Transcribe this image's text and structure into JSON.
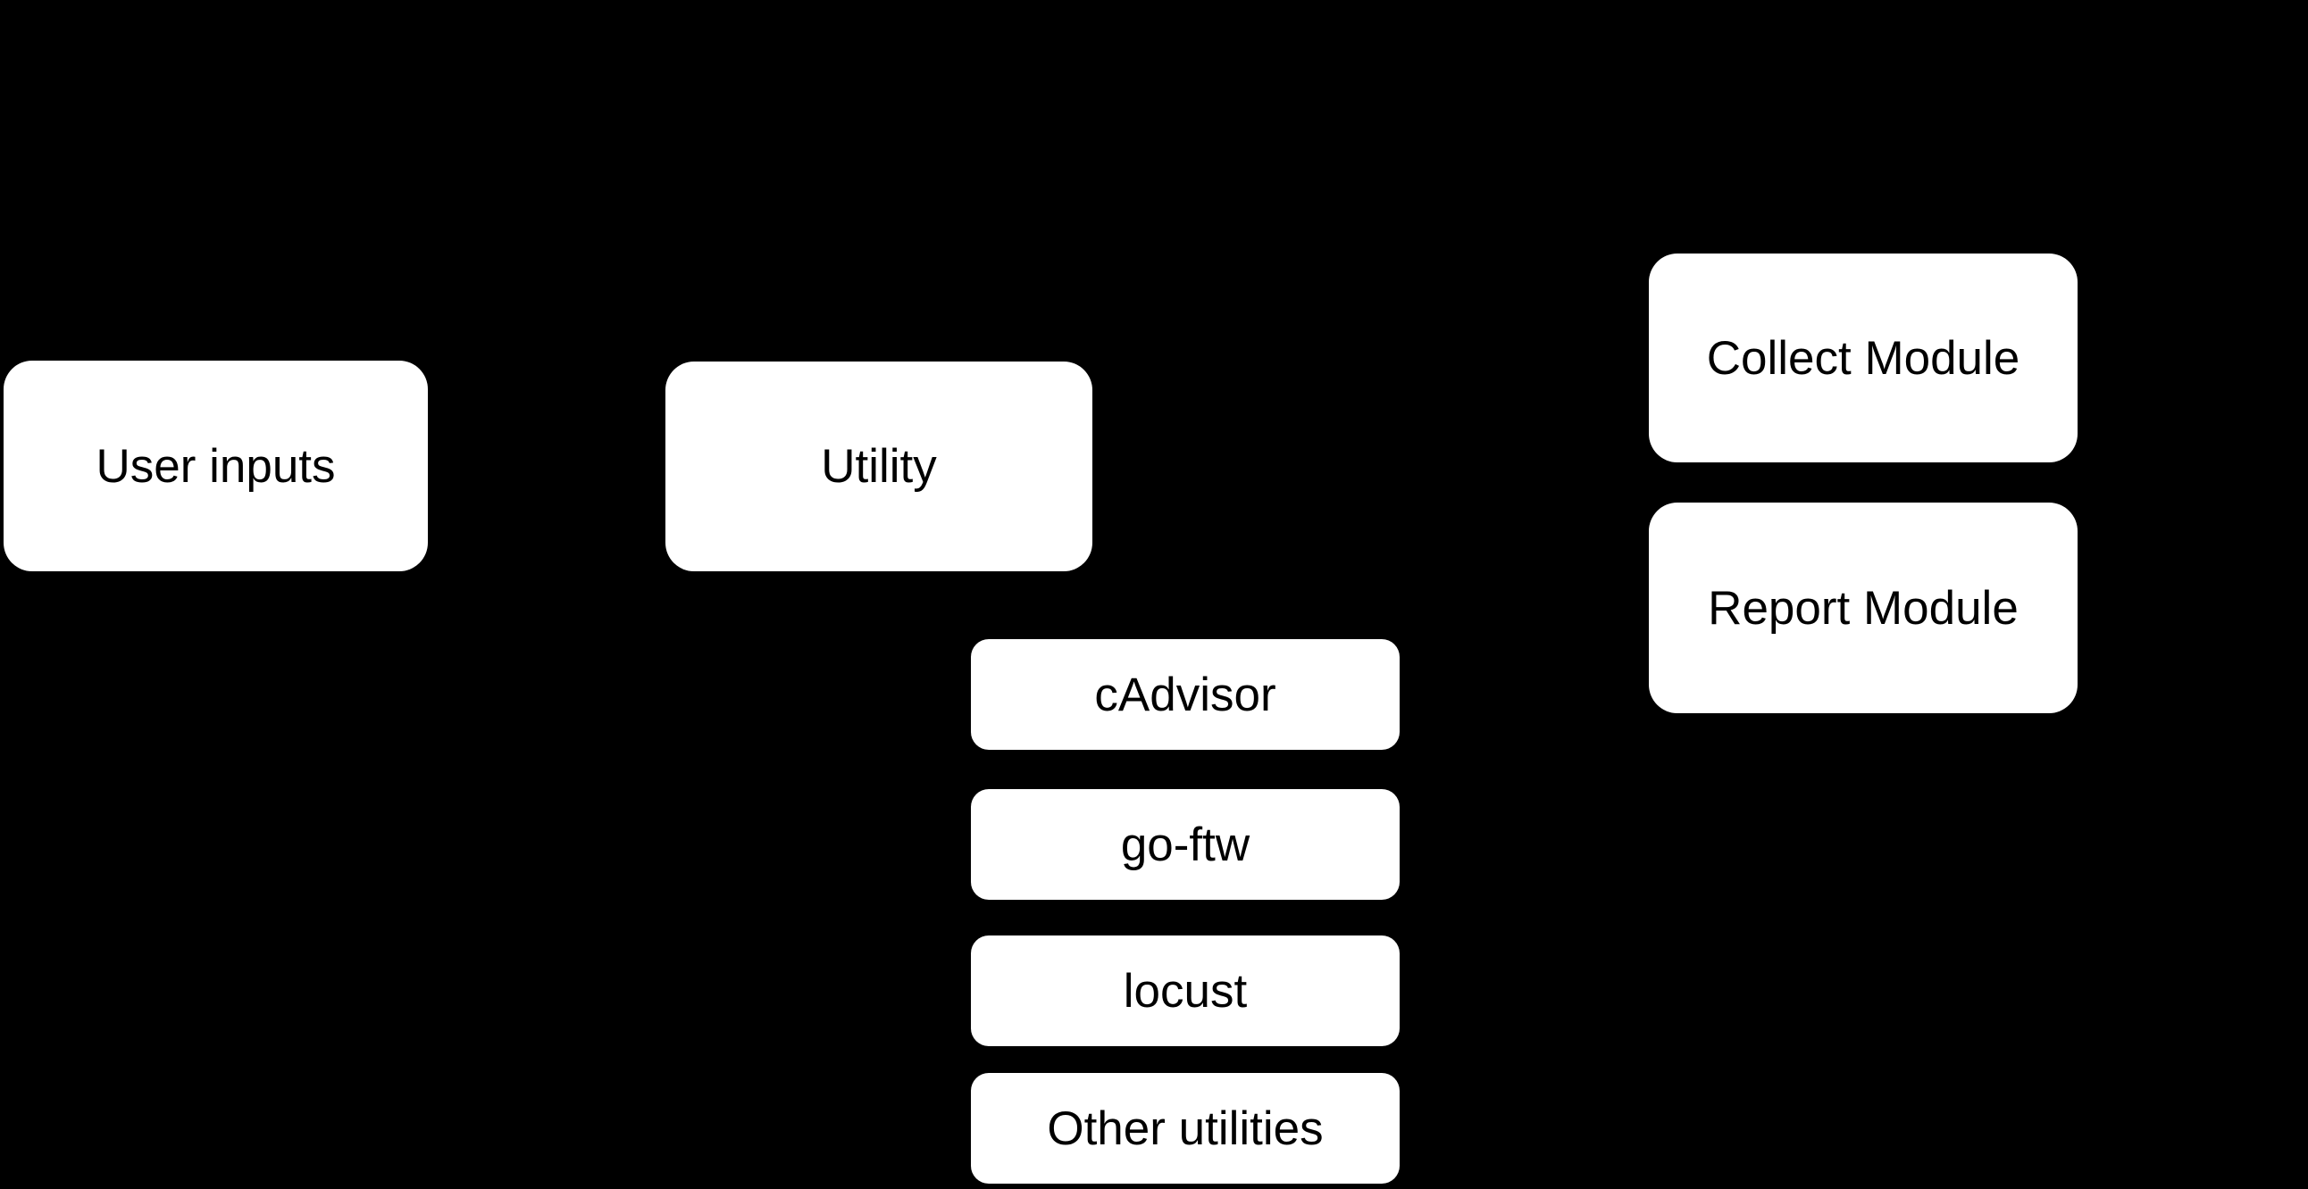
{
  "colors": {
    "background": "#000000",
    "node_fill": "#ffffff",
    "node_text": "#000000"
  },
  "diagram": {
    "nodes": {
      "user_inputs": {
        "label": "User inputs"
      },
      "utility": {
        "label": "Utility"
      },
      "collect_module": {
        "label": "Collect Module"
      },
      "report_module": {
        "label": "Report Module"
      },
      "cadvisor": {
        "label": "cAdvisor"
      },
      "go_ftw": {
        "label": "go-ftw"
      },
      "locust": {
        "label": "locust"
      },
      "other_utilities": {
        "label": "Other utilities"
      }
    }
  }
}
